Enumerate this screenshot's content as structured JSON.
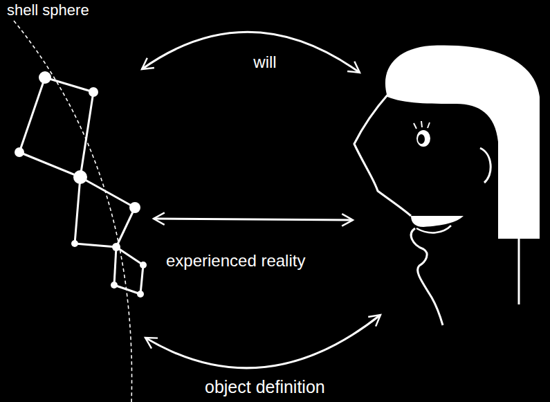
{
  "diagram": {
    "labels": [
      "shell sphere",
      "will",
      "experienced reality",
      "object definition"
    ]
  }
}
